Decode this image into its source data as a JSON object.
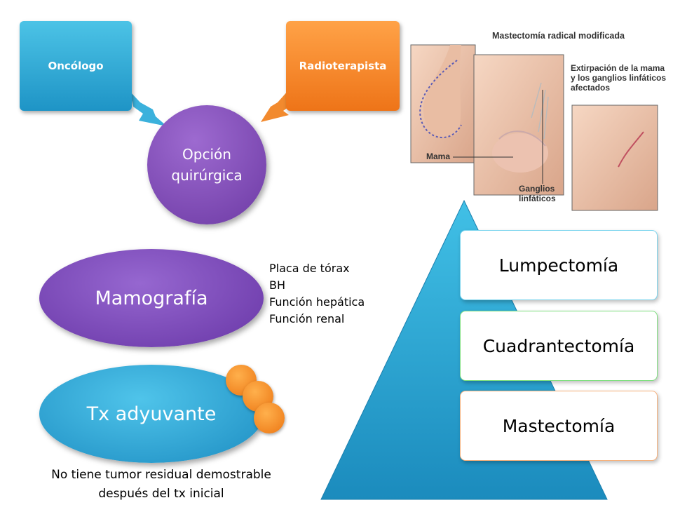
{
  "roles": {
    "oncologo": "Oncólogo",
    "radioterapista": "Radioterapista",
    "center": "Opción quirúrgica"
  },
  "photo": {
    "title": "Mastectomía radical modificada",
    "caption": "Extirpación de la mama y los ganglios linfáticos afectados",
    "label_mama": "Mama",
    "label_ganglios_1": "Ganglios",
    "label_ganglios_2": "linfáticos"
  },
  "ovals": {
    "mamografia": "Mamografía",
    "tx_adyuvante": "Tx adyuvante"
  },
  "exams": [
    "Placa de tórax",
    "BH",
    "Función hepática",
    "Función renal"
  ],
  "note": "No tiene tumor residual demostrable después del tx inicial",
  "pyramid": [
    "Lumpectomía",
    "Cuadrantectomía",
    "Mastectomía"
  ],
  "colors": {
    "blue": "#1e94c6",
    "orange": "#ee7418",
    "purple": "#6d3aa4",
    "pyramid_teal": "#2aa6c9"
  }
}
